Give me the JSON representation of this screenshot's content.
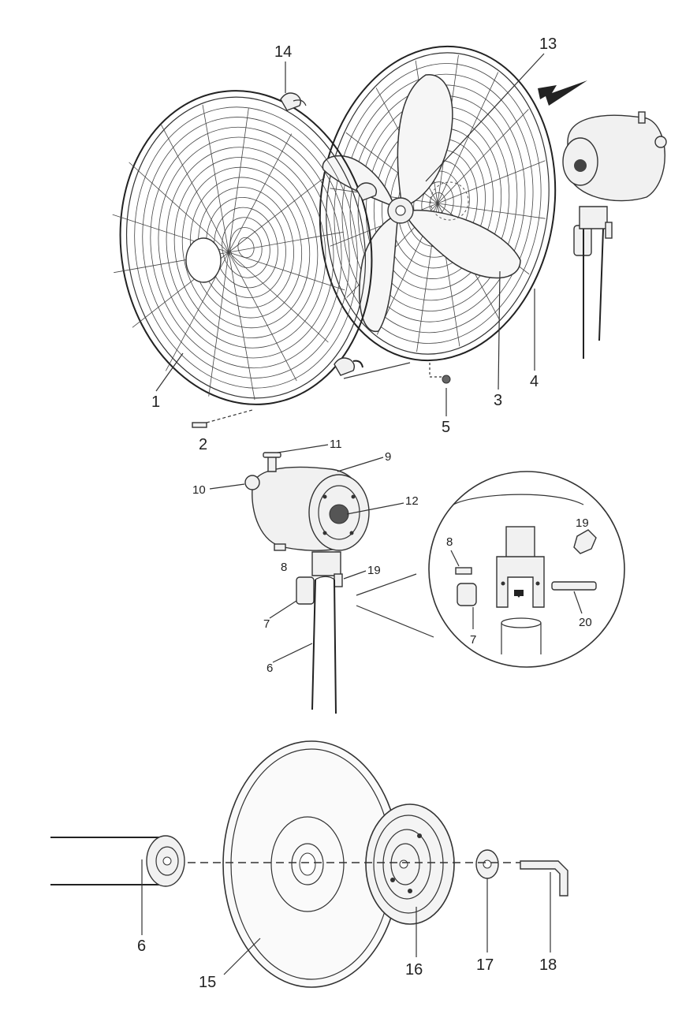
{
  "labels": {
    "l1": "1",
    "l2": "2",
    "l3": "3",
    "l4": "4",
    "l5": "5",
    "l6a": "6",
    "l6b": "6",
    "l7a": "7",
    "l7b": "7",
    "l8a": "8",
    "l8b": "8",
    "l9": "9",
    "l10": "10",
    "l11": "11",
    "l12": "12",
    "l13": "13",
    "l14": "14",
    "l15": "15",
    "l16": "16",
    "l17": "17",
    "l18": "18",
    "l19a": "19",
    "l19b": "19",
    "l20": "20"
  }
}
